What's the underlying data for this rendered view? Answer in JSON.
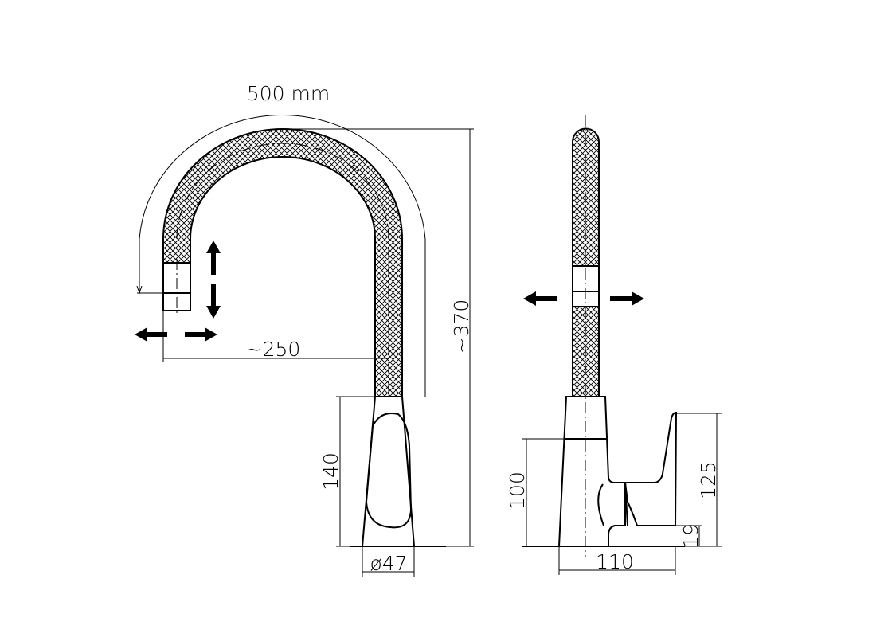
{
  "drawing": {
    "front_view": {
      "hose_length_label": "500 mm",
      "reach_label": "~250",
      "height_label": "~370",
      "body_height_label": "140",
      "base_diameter_label": "ø47"
    },
    "side_view": {
      "spout_joint_height_label": "100",
      "handle_height_label": "125",
      "handle_base_label": "19",
      "depth_label": "110"
    },
    "colors": {
      "line": "#000000",
      "background": "#ffffff"
    }
  }
}
